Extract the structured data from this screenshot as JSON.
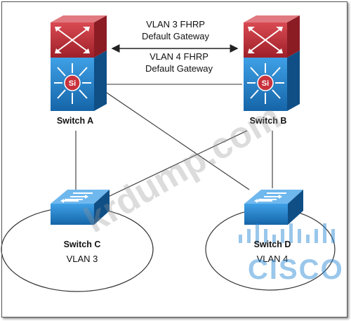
{
  "labels": {
    "vlan3_fhrp": "VLAN 3 FHRP",
    "vlan3_gateway": "Default Gateway",
    "vlan4_fhrp": "VLAN 4 FHRP",
    "vlan4_gateway": "Default Gateway",
    "switch_a": "Switch A",
    "switch_b": "Switch B",
    "switch_c": "Switch C",
    "switch_d": "Switch D",
    "vlan3": "VLAN 3",
    "vlan4": "VLAN 4"
  },
  "watermark": {
    "site": "krdump.com",
    "logo_text": "CISCO"
  },
  "icons": {
    "multilayer_switch": "multilayer-switch-icon",
    "workgroup_switch": "workgroup-switch-icon"
  },
  "colors": {
    "router_red": "#c0303a",
    "switch_blue": "#1f7fc8",
    "line": "#333333",
    "watermark_blue": "#1e82d2"
  }
}
